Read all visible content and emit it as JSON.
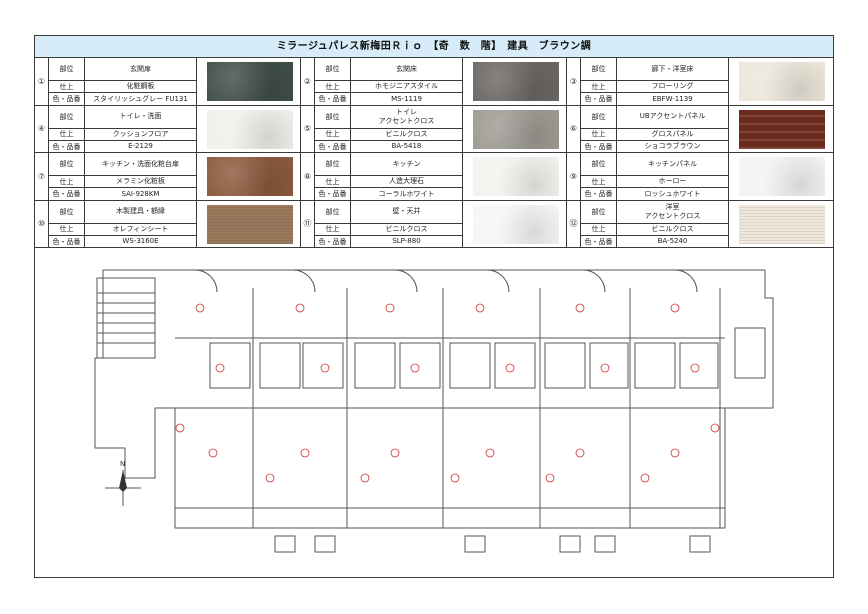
{
  "title": "ミラージュパレス新梅田Ｒｉｏ　【奇　数　階】　建具　ブラウン調",
  "labels": {
    "part": "部位",
    "finish": "仕上",
    "color": "色・品番"
  },
  "items": [
    {
      "no": "①",
      "part": "玄関扉",
      "finish": "化粧鋼板",
      "code": "スタイリッシュグレー FU131",
      "swatch": "#3f4e47"
    },
    {
      "no": "②",
      "part": "玄関床",
      "finish": "ホモジニアスタイル",
      "code": "MS-1119",
      "swatch": "#6b6764"
    },
    {
      "no": "③",
      "part": "廊下・洋室床",
      "finish": "フローリング",
      "code": "EBFW-1139",
      "swatch": "#ece6da"
    },
    {
      "no": "④",
      "part": "トイレ・洗面",
      "finish": "クッションフロア",
      "code": "E-2129",
      "swatch": "#f1efea"
    },
    {
      "no": "⑤",
      "part": "トイレ\nアクセントクロス",
      "finish": "ビニルクロス",
      "code": "BA-5418",
      "swatch": "#9e9a93"
    },
    {
      "no": "⑥",
      "part": "UBアクセントパネル",
      "finish": "グロスパネル",
      "code": "ショコラブラウン",
      "swatch": "#6a2a1e"
    },
    {
      "no": "⑦",
      "part": "キッチン・洗面化粧台扉",
      "finish": "メラミン化粧板",
      "code": "SAI-928KM",
      "swatch": "#8a5a3c"
    },
    {
      "no": "⑧",
      "part": "キッチン",
      "finish": "人造大理石",
      "code": "コーラルホワイト",
      "swatch": "#f3f2ef"
    },
    {
      "no": "⑨",
      "part": "キッチンパネル",
      "finish": "ホーロー",
      "code": "ロッシュホワイト",
      "swatch": "#f4f3f1"
    },
    {
      "no": "⑩",
      "part": "木製建具・額縁",
      "finish": "オレフィンシート",
      "code": "WS-3160E",
      "swatch": "#9a7a5c"
    },
    {
      "no": "⑪",
      "part": "壁・天井",
      "finish": "ビニルクロス",
      "code": "SLP-880",
      "swatch": "#f7f6f4"
    },
    {
      "no": "⑫",
      "part": "洋室\nアクセントクロス",
      "finish": "ビニルクロス",
      "code": "BA-5240",
      "swatch": "#efe7da"
    }
  ],
  "compass": {
    "north": "N"
  }
}
